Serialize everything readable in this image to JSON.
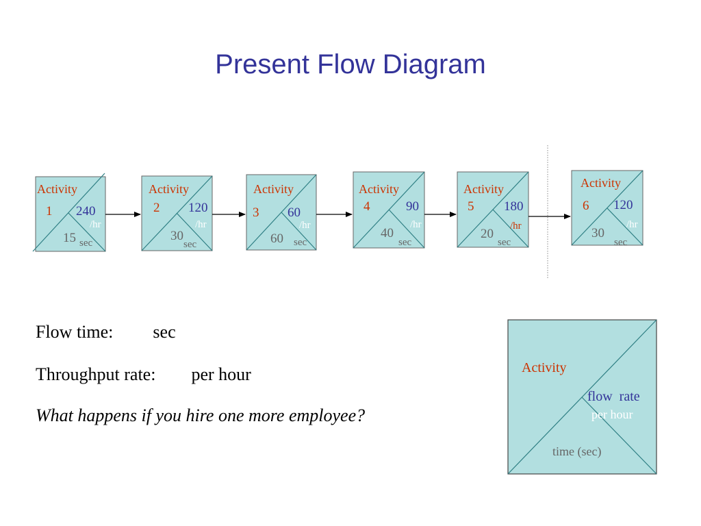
{
  "title": "Present Flow Diagram",
  "activity_label": "Activity",
  "activities": [
    {
      "num": "1",
      "rate": "240",
      "rate_unit": "/hr",
      "time": "15",
      "time_unit": "sec"
    },
    {
      "num": "2",
      "rate": "120",
      "rate_unit": "/hr",
      "time": "30",
      "time_unit": "sec"
    },
    {
      "num": "3",
      "rate": "60",
      "rate_unit": "/hr",
      "time": "60",
      "time_unit": "sec"
    },
    {
      "num": "4",
      "rate": "90",
      "rate_unit": "/hr",
      "time": "40",
      "time_unit": "sec"
    },
    {
      "num": "5",
      "rate": "180",
      "rate_unit": "/hr",
      "time": "20",
      "time_unit": "sec"
    },
    {
      "num": "6",
      "rate": "120",
      "rate_unit": "/hr",
      "time": "30",
      "time_unit": "sec"
    }
  ],
  "legend": {
    "activity": "Activity",
    "flow_rate": "flow  rate",
    "per_hour": "per hour",
    "time": "time (sec)"
  },
  "body": {
    "flow_time_label": "Flow time:",
    "flow_time_unit": "sec",
    "throughput_label": "Throughput rate:",
    "throughput_unit": "per hour",
    "question": "What happens if you hire one more employee?"
  },
  "colors": {
    "box_fill": "#b2dfe0",
    "title": "#333399",
    "activity_text": "#cc3300",
    "rate_text": "#333399",
    "time_text": "#666666"
  }
}
